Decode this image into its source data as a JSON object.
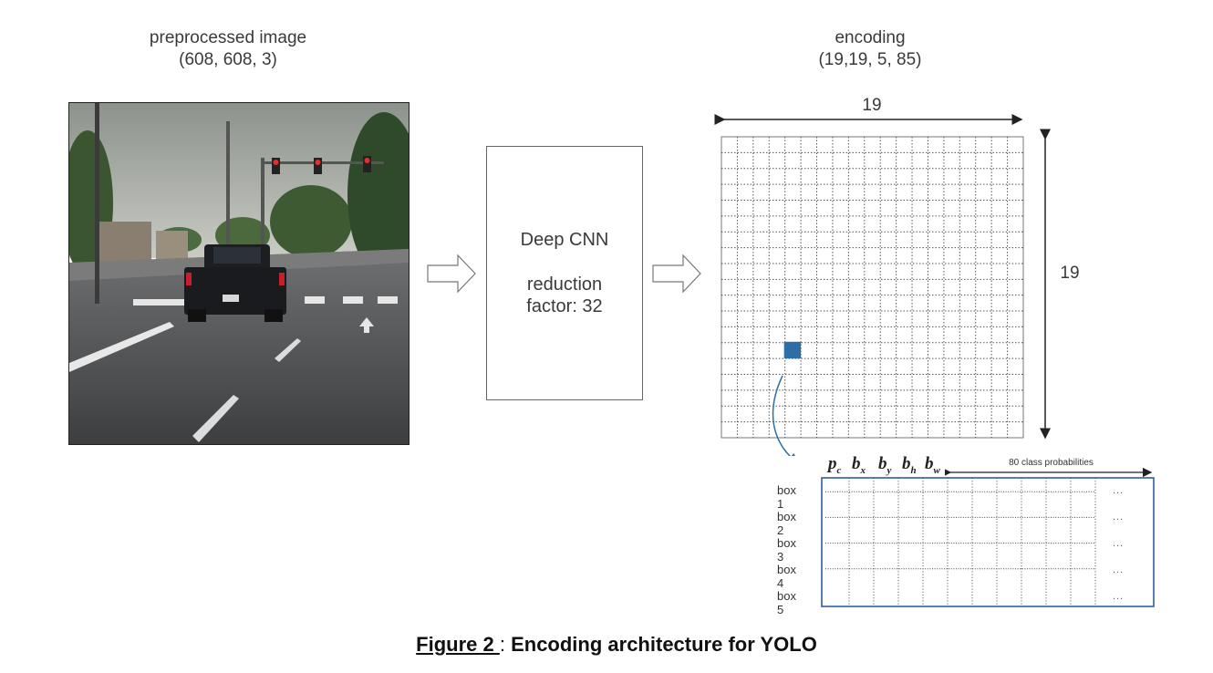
{
  "input": {
    "title": "preprocessed image",
    "shape": "(608, 608, 3)"
  },
  "cnn": {
    "title": "Deep CNN",
    "reduction_line1": "reduction",
    "reduction_line2": "factor: 32"
  },
  "encoding": {
    "title": "encoding",
    "shape": "(19,19, 5, 85)",
    "width_label": "19",
    "height_label": "19",
    "grid_size": 19,
    "highlight_cell": {
      "col": 4,
      "row": 13
    },
    "highlight_color": "#2e6ea6"
  },
  "vector": {
    "params": [
      {
        "base": "p",
        "sub": "c"
      },
      {
        "base": "b",
        "sub": "x"
      },
      {
        "base": "b",
        "sub": "y"
      },
      {
        "base": "b",
        "sub": "h"
      },
      {
        "base": "b",
        "sub": "w"
      }
    ],
    "class_probs_label": "80 class probabilities",
    "boxes": [
      "box 1",
      "box 2",
      "box 3",
      "box 4",
      "box 5"
    ],
    "ellipsis": "...",
    "border_color": "#2e5f9e"
  },
  "caption": {
    "figure": "Figure 2 ",
    "separator": ": ",
    "text": "Encoding architecture for YOLO"
  }
}
